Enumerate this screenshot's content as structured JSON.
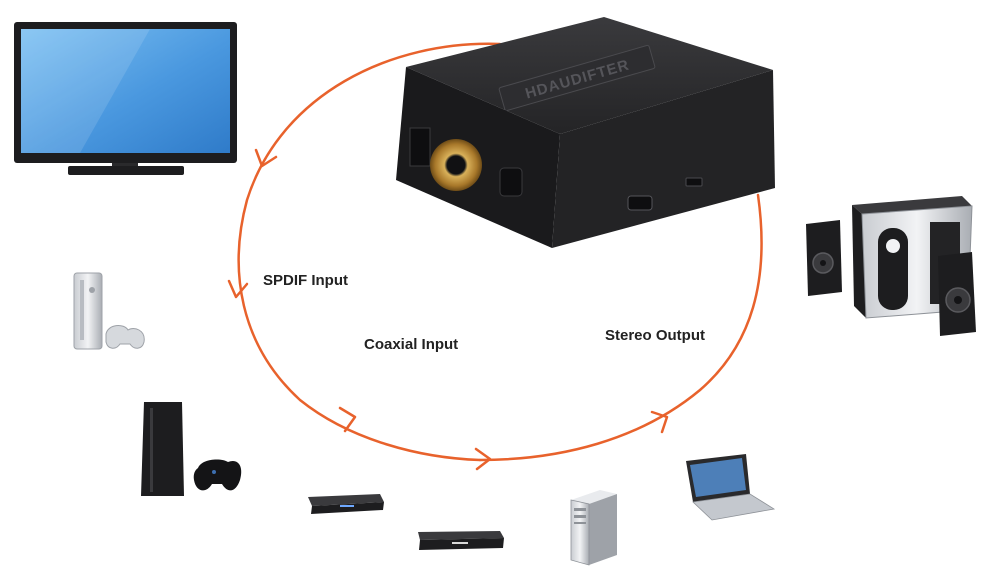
{
  "labels": {
    "spdif_input": "SPDIF Input",
    "coaxial_input": "Coaxial Input",
    "stereo_output": "Stereo Output"
  },
  "converter": {
    "brand_text": "HDAUDIFTER",
    "color": "#2a2a2c"
  },
  "colors": {
    "flow_arrow": "#e8622c",
    "screen_blue": "#5aa6e6",
    "device_black": "#1d1d1f"
  },
  "devices": [
    {
      "name": "television",
      "icon": "tv-icon"
    },
    {
      "name": "xbox-360",
      "icon": "game-console-icon"
    },
    {
      "name": "playstation-4",
      "icon": "game-console-icon"
    },
    {
      "name": "dvd-player",
      "icon": "disc-player-icon"
    },
    {
      "name": "blu-ray-player",
      "icon": "disc-player-icon"
    },
    {
      "name": "desktop-pc",
      "icon": "pc-tower-icon"
    },
    {
      "name": "laptop",
      "icon": "laptop-icon"
    },
    {
      "name": "speaker-system",
      "icon": "speaker-icon"
    }
  ]
}
